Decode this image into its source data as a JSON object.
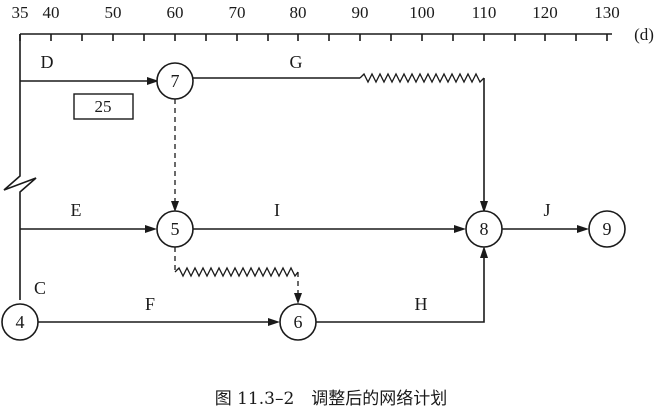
{
  "scale": {
    "ticks": [
      "35",
      "40",
      "50",
      "60",
      "70",
      "80",
      "90",
      "100",
      "110",
      "120",
      "130"
    ],
    "unit": "(d)"
  },
  "activities": {
    "D": "D",
    "G": "G",
    "E": "E",
    "I": "I",
    "J": "J",
    "C": "C",
    "F": "F",
    "H": "H"
  },
  "nodes": {
    "n4": "4",
    "n5": "5",
    "n6": "6",
    "n7": "7",
    "n8": "8",
    "n9": "9"
  },
  "box_value": "25",
  "caption": "图 11.3–2　调整后的网络计划"
}
